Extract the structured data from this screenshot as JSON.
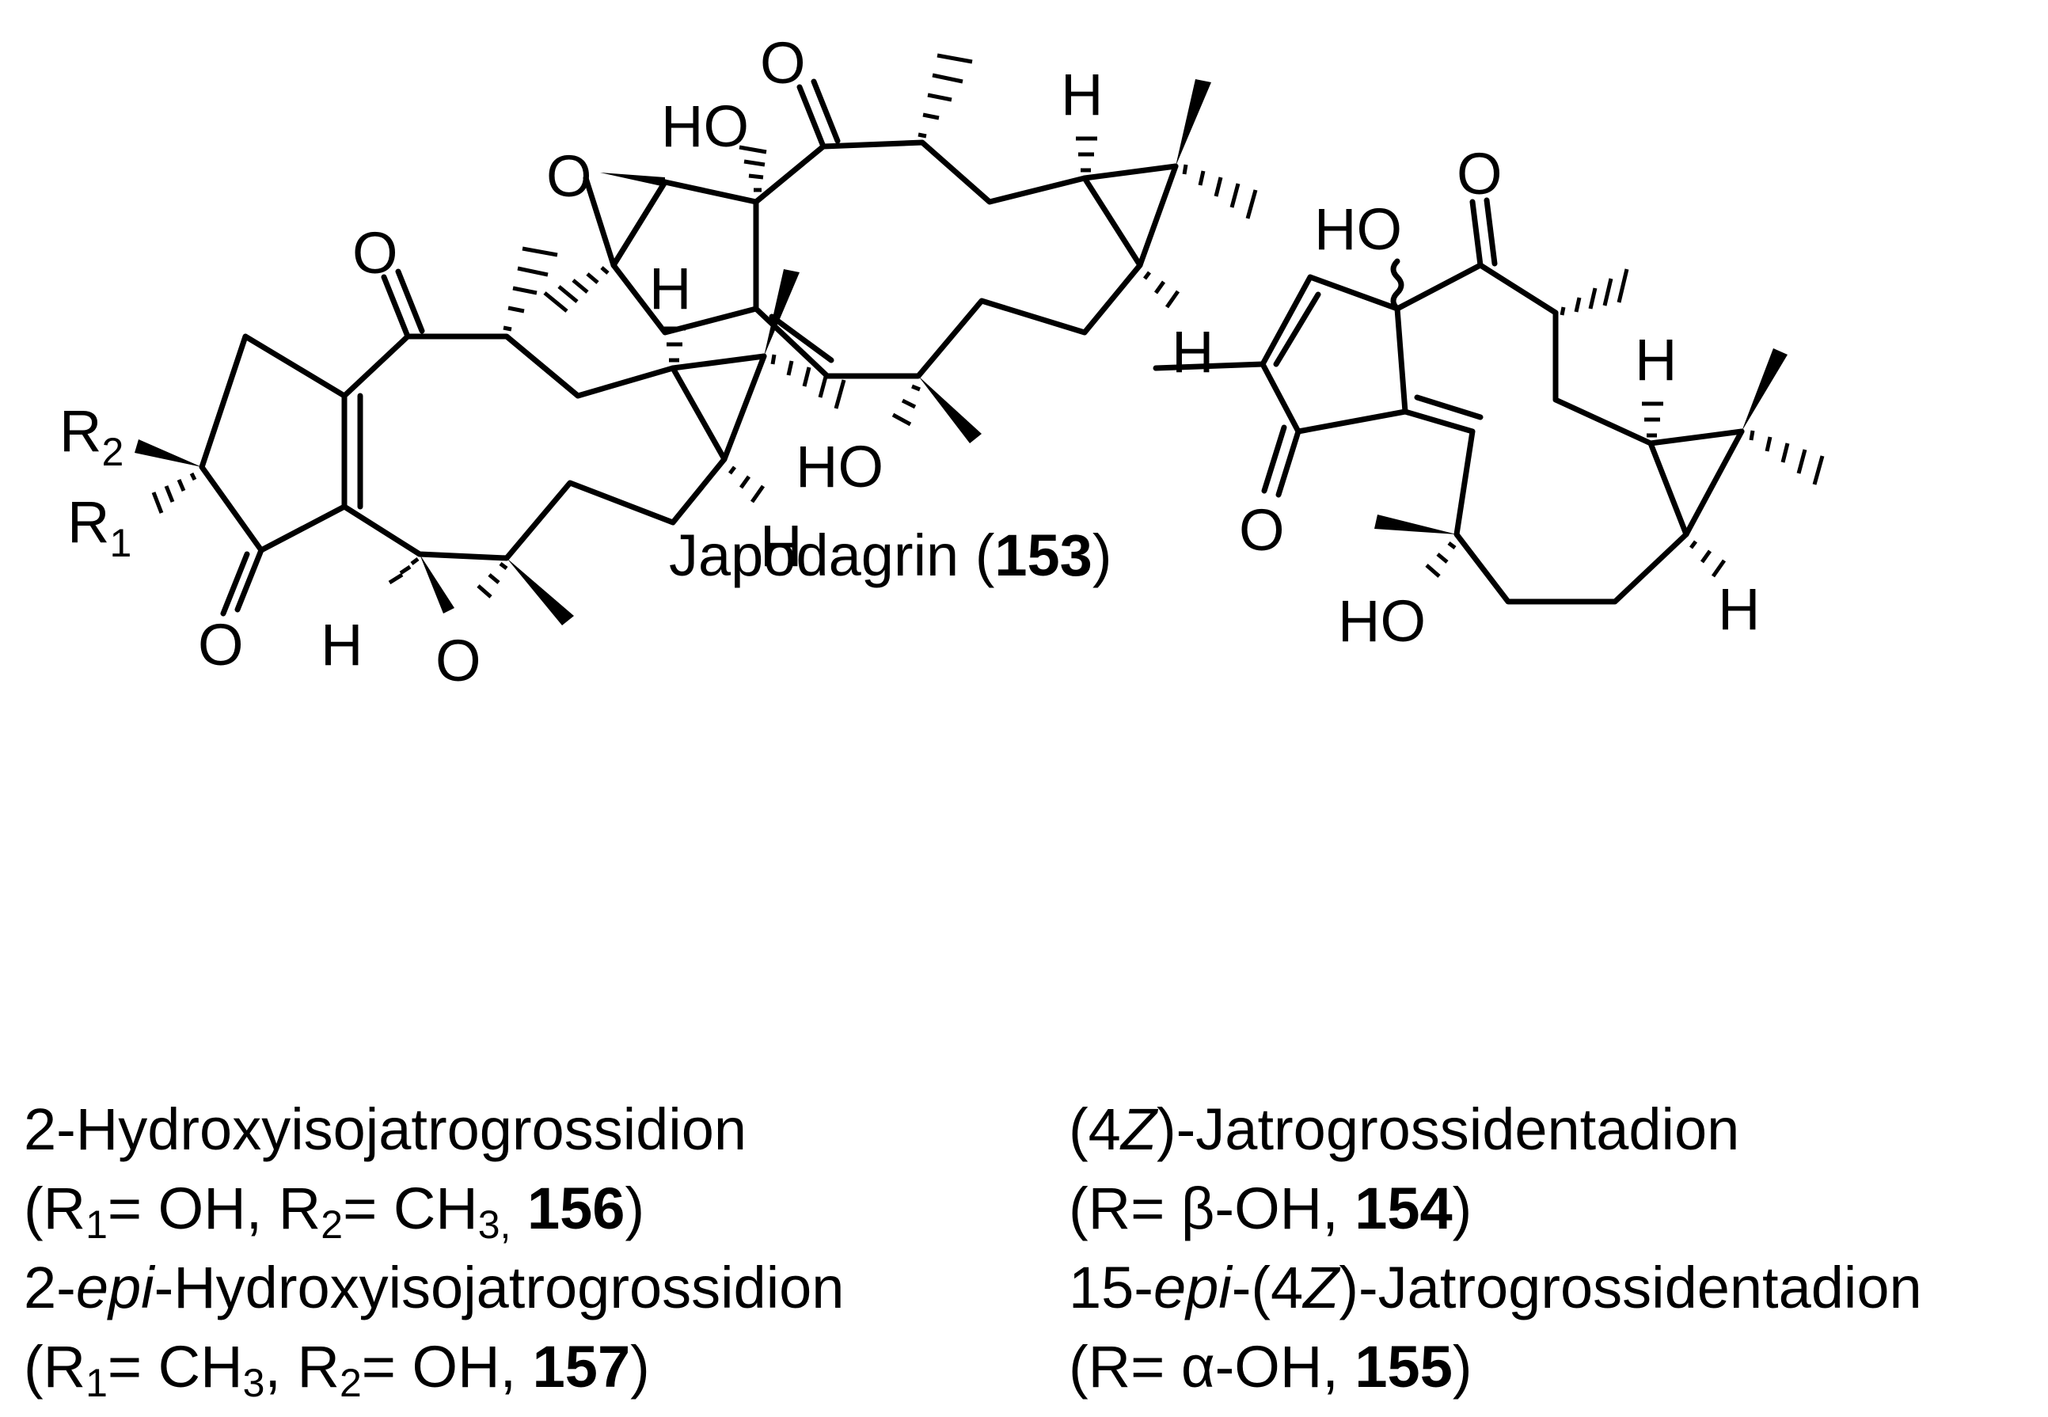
{
  "structures": [
    {
      "id": "153",
      "name": "Japodagrin",
      "atom_labels": [
        "O",
        "HO",
        "O",
        "H",
        "H",
        "HO"
      ]
    },
    {
      "id": "156_157",
      "atom_labels": [
        "O",
        "R2",
        "R1",
        "O",
        "H",
        "O",
        "H",
        "H"
      ]
    },
    {
      "id": "154_155",
      "atom_labels": [
        "O",
        "HO",
        "O",
        "H",
        "H",
        "HO"
      ]
    }
  ],
  "captions": {
    "c153": {
      "name": "Japodagrin",
      "open": " (",
      "num": "153",
      "close": ")"
    },
    "c156": {
      "name": "2-Hydroxyisojatrogrossidion",
      "a": "(R",
      "a_sub": "1",
      "b": "= OH, R",
      "b_sub": "2",
      "c": "= CH",
      "c_sub": "3,",
      "d": " ",
      "num": "156",
      "close": ")"
    },
    "c157": {
      "prefix": "2-",
      "italic": "epi",
      "rest": "-Hydroxyisojatrogrossidion",
      "a": "(R",
      "a_sub": "1",
      "b": "= CH",
      "b_sub": "3",
      "c": ", R",
      "c_sub": "2",
      "d": "= OH, ",
      "num": "157",
      "close": ")"
    },
    "c154": {
      "a": "(4",
      "italic": "Z",
      "b": ")-Jatrogrossidentadion",
      "line2": "(R= β-OH, ",
      "num": "154",
      "close": ")"
    },
    "c155": {
      "a": "15-",
      "italic1": "epi",
      "b": "-(4",
      "italic2": "Z",
      "c": ")-Jatrogrossidentadion",
      "line2": "(R= α-OH, ",
      "num": "155",
      "close": ")"
    }
  }
}
